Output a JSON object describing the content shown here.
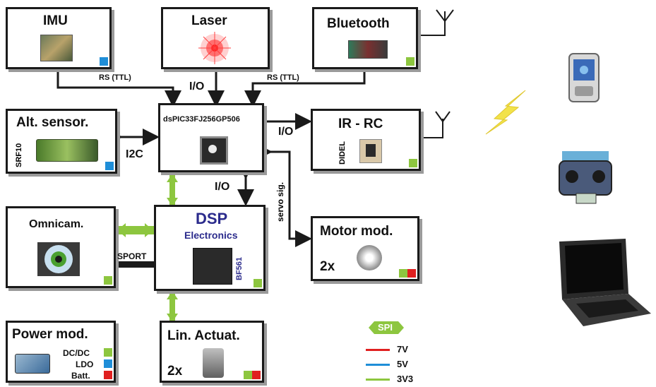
{
  "blocks": {
    "imu": {
      "title": "IMU"
    },
    "laser": {
      "title": "Laser"
    },
    "bluetooth": {
      "title": "Bluetooth"
    },
    "alt_sensor": {
      "title": "Alt. sensor.",
      "sub": "SRF10"
    },
    "mcu": {
      "title": "dsPIC33FJ256GP506"
    },
    "ir_rc": {
      "title": "IR - RC",
      "sub": "DIDEL"
    },
    "omnicam": {
      "title": "Omnicam."
    },
    "dsp": {
      "title": "DSP",
      "subtitle": "Electronics",
      "chip": "BF561"
    },
    "motor": {
      "title": "Motor mod.",
      "count": "2x"
    },
    "power": {
      "title": "Power mod.",
      "dcdc": "DC/DC",
      "ldo": "LDO",
      "batt": "Batt."
    },
    "actuator": {
      "title": "Lin. Actuat.",
      "count": "2x"
    }
  },
  "links": {
    "rs_left": "RS (TTL)",
    "rs_right": "RS (TTL)",
    "io_laser": "I/O",
    "io_ir": "I/O",
    "io_dsp": "I/O",
    "i2c": "I2C",
    "servo": "servo sig.",
    "sport": "SPORT"
  },
  "legend": {
    "spi": "SPI",
    "v7": "7V",
    "v5": "5V",
    "v3": "3V3"
  },
  "colors": {
    "green": "#8dc63f",
    "blue": "#1f8ed8",
    "red": "#e02020",
    "dsp_text": "#2b2b8c",
    "bolt": "#f2e24a"
  },
  "devices": [
    "pda-icon",
    "rc-transmitter-icon",
    "laptop-icon"
  ]
}
